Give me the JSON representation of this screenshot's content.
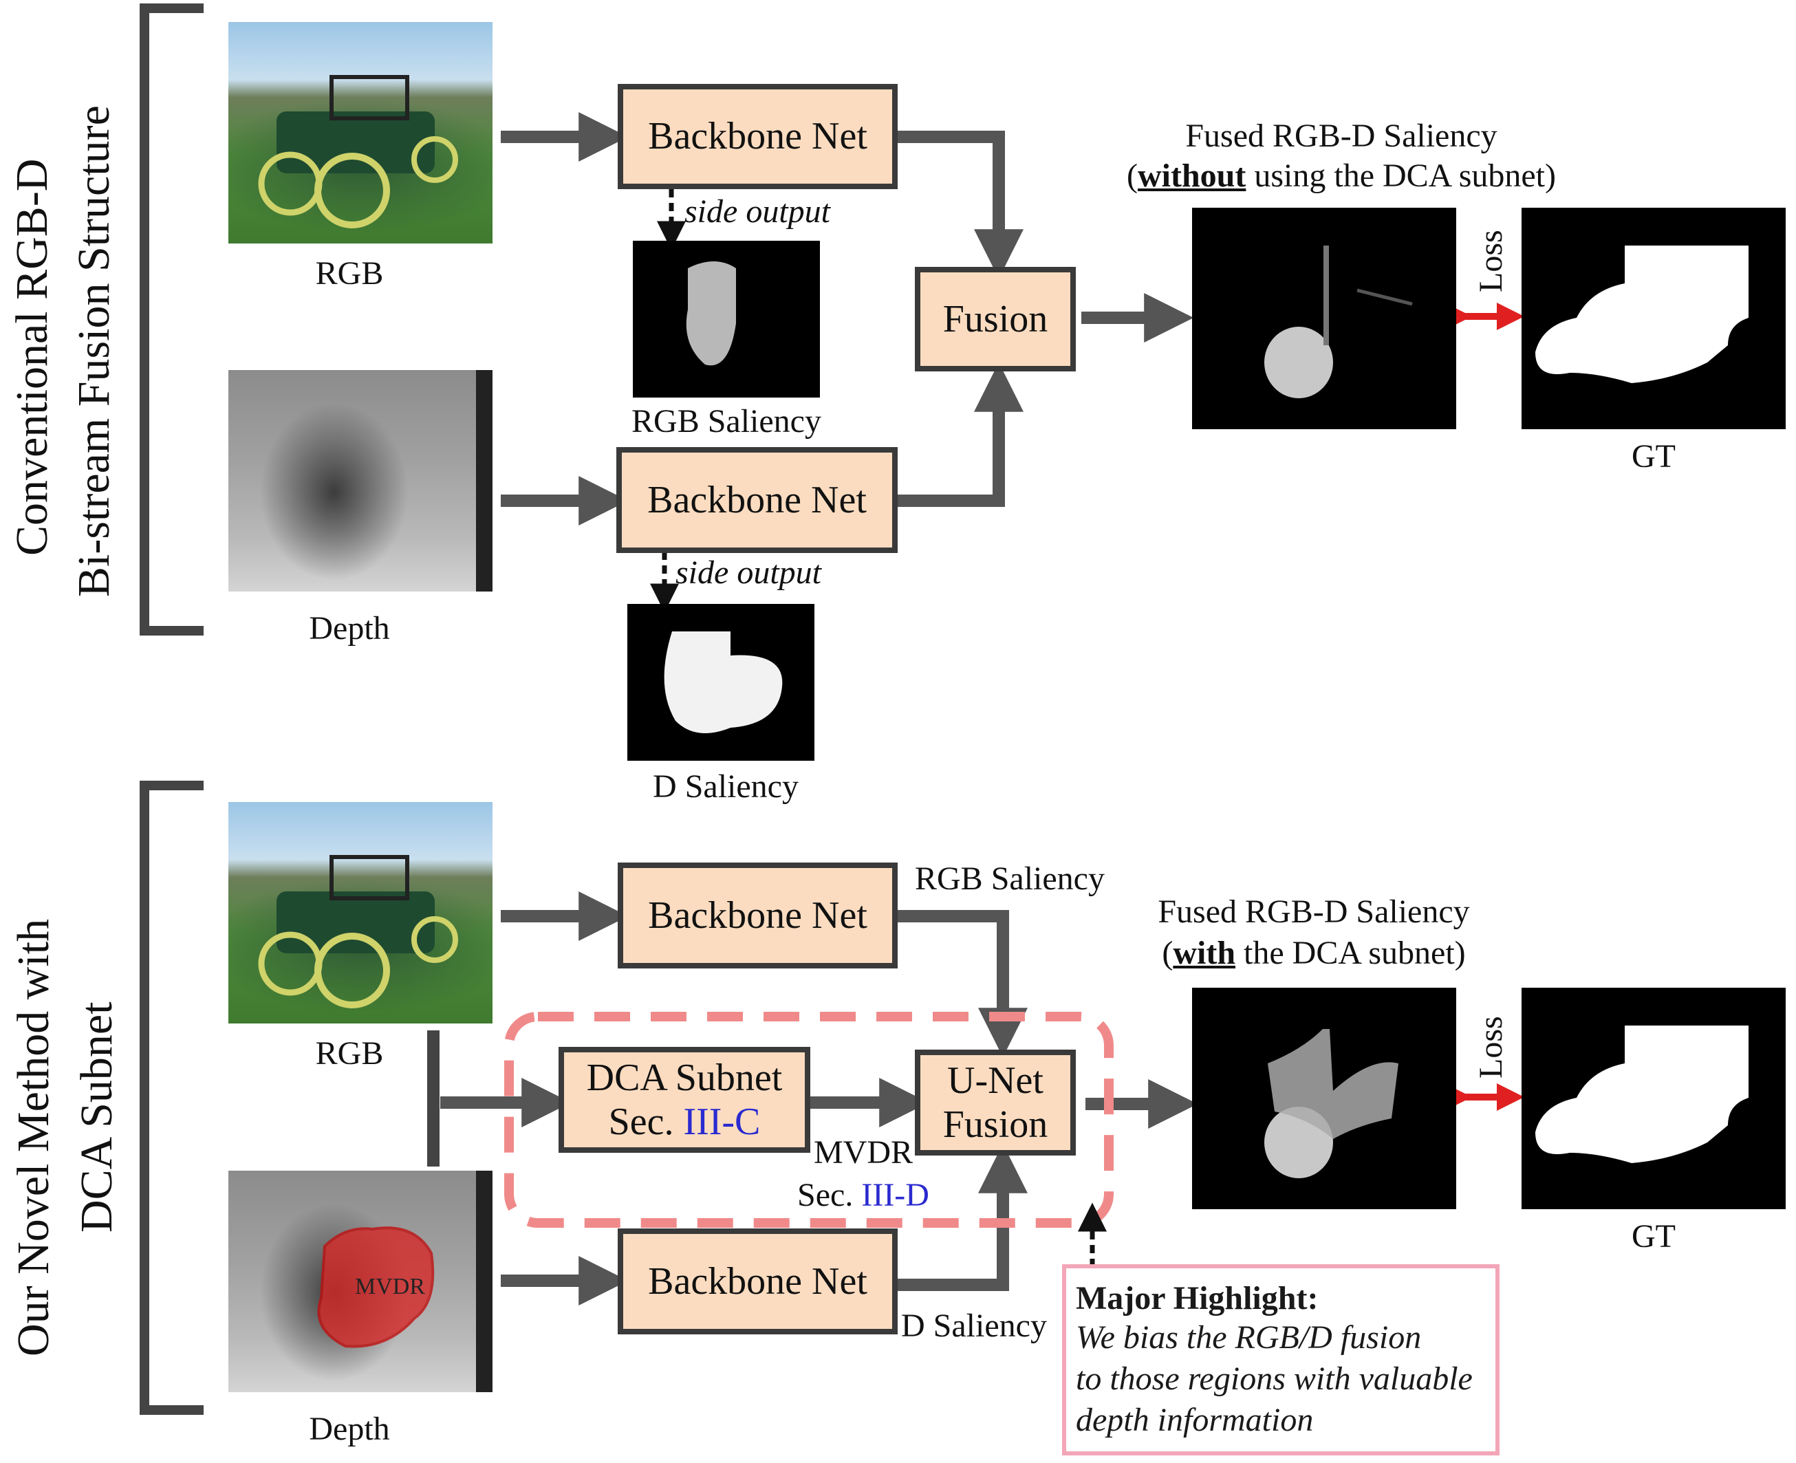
{
  "top": {
    "section_title_line1": "Conventional RGB-D",
    "section_title_line2": "Bi-stream Fusion Structure",
    "rgb_label": "RGB",
    "depth_label": "Depth",
    "backbone_rgb": "Backbone Net",
    "backbone_depth": "Backbone Net",
    "side_output_1": "side output",
    "side_output_2": "side output",
    "rgb_saliency": "RGB Saliency",
    "d_saliency": "D Saliency",
    "fusion": "Fusion",
    "fused_line1": "Fused RGB-D Saliency",
    "fused_open": "(",
    "fused_emph": "without",
    "fused_rest": " using the DCA subnet)",
    "loss": "Loss",
    "gt": "GT"
  },
  "bottom": {
    "section_title_line1": "Our Novel Method with",
    "section_title_line2": "DCA Subnet",
    "rgb_label": "RGB",
    "depth_label": "Depth",
    "backbone_rgb": "Backbone Net",
    "backbone_depth": "Backbone Net",
    "rgb_saliency": "RGB Saliency",
    "d_saliency": "D Saliency",
    "dca_line1": "DCA Subnet",
    "dca_sec_prefix": "Sec. ",
    "dca_sec_ref": "III-C",
    "mvdr": "MVDR",
    "mvdr_sec_prefix": "Sec. ",
    "mvdr_sec_ref": "III-D",
    "mvdr_on_depth": "MVDR",
    "unet_line1": "U-Net",
    "unet_line2": "Fusion",
    "fused_line1": "Fused RGB-D Saliency",
    "fused_open": "(",
    "fused_emph": "with",
    "fused_rest": " the DCA subnet)",
    "loss": "Loss",
    "gt": "GT",
    "highlight_title": "Major Highlight:",
    "highlight_body": "We bias the RGB/D fusion\nto those regions with valuable\ndepth information"
  },
  "colors": {
    "box_fill": "#fbdcc0",
    "arrow": "#555555",
    "loss_arrow": "#e02020",
    "dashed_region": "#f08a8a",
    "reference_text": "#2a2ad0",
    "highlight_border": "#f3a6b8"
  }
}
